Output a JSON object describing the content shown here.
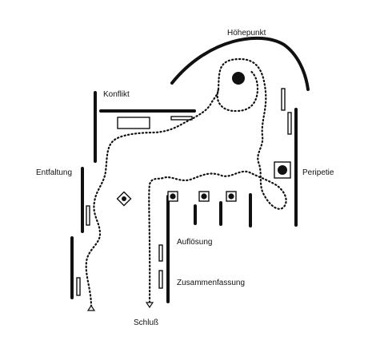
{
  "labels": {
    "hoehepunkt": "Höhepunkt",
    "konflikt": "Konflikt",
    "entfaltung": "Entfaltung",
    "peripetie": "Peripetie",
    "aufloesung": "Auflösung",
    "zusammenfassung": "Zusammenfassung",
    "schluss": "Schluß"
  },
  "colors": {
    "ink": "#111111",
    "paper": "#ffffff"
  }
}
